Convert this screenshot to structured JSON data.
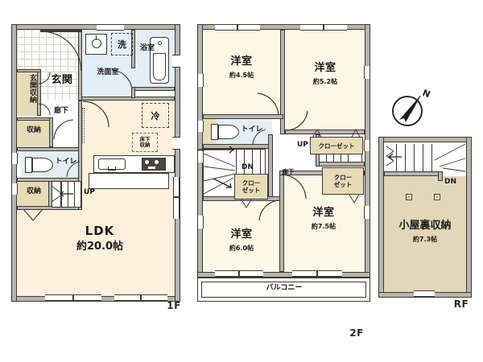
{
  "document": {
    "type": "japanese-real-estate-floor-plan",
    "floor_tags": {
      "first": "1F",
      "second": "2F",
      "roof": "RF"
    }
  },
  "compass": {
    "label": "N",
    "direction": "north-east"
  },
  "floor_1f": {
    "tag": "1F",
    "rooms": [
      {
        "key": "ldk",
        "name": "LDK",
        "area": "約20.0帖"
      },
      {
        "key": "genkan",
        "name": "玄関"
      },
      {
        "key": "genkan_sh",
        "name": "玄関収納"
      },
      {
        "key": "rouka",
        "name": "廊下"
      },
      {
        "key": "shunou_a",
        "name": "収納"
      },
      {
        "key": "shunou_b",
        "name": "収納"
      },
      {
        "key": "toilet",
        "name": "トイレ"
      },
      {
        "key": "senmen",
        "name": "洗面室"
      },
      {
        "key": "washer",
        "name": "洗"
      },
      {
        "key": "bath",
        "name": "浴室"
      },
      {
        "key": "fridge",
        "name": "冷"
      },
      {
        "key": "yukashita",
        "name": "床下収納"
      }
    ],
    "stairs": {
      "label": "UP"
    }
  },
  "floor_2f": {
    "tag": "2F",
    "rooms": [
      {
        "key": "youshitsu_45",
        "name": "洋室",
        "area": "約4.5帖"
      },
      {
        "key": "youshitsu_52",
        "name": "洋室",
        "area": "約5.2帖"
      },
      {
        "key": "youshitsu_60",
        "name": "洋室",
        "area": "約6.0帖"
      },
      {
        "key": "youshitsu_75",
        "name": "洋室",
        "area": "約7.5帖"
      },
      {
        "key": "toilet",
        "name": "トイレ"
      },
      {
        "key": "rouka",
        "name": "廊下"
      },
      {
        "key": "balcony",
        "name": "バルコニー"
      }
    ],
    "closets": [
      {
        "key": "closet_top",
        "name": "クローゼット"
      },
      {
        "key": "closet_right",
        "name": "クロー\nゼット",
        "line1": "クロー",
        "line2": "ゼット"
      },
      {
        "key": "closet_left",
        "name": "クロー\nゼット",
        "line1": "クロー",
        "line2": "ゼット"
      }
    ],
    "stairs": {
      "down": "DN",
      "up": "UP"
    }
  },
  "floor_rf": {
    "tag": "RF",
    "rooms": [
      {
        "key": "attic",
        "name": "小屋裏収納",
        "area": "約7.3帖"
      }
    ],
    "stairs": {
      "down": "DN"
    }
  },
  "colors": {
    "ldk_fill": "#FDF0DC",
    "room_fill": "#FBF8E6",
    "wet_fill": "#E3EEF7",
    "storage_fill": "#E8DCB8",
    "attic_fill": "#E2D7B6",
    "wall": "#B8B5AE",
    "outline": "#3D3A34",
    "white": "#FFFFFF"
  }
}
